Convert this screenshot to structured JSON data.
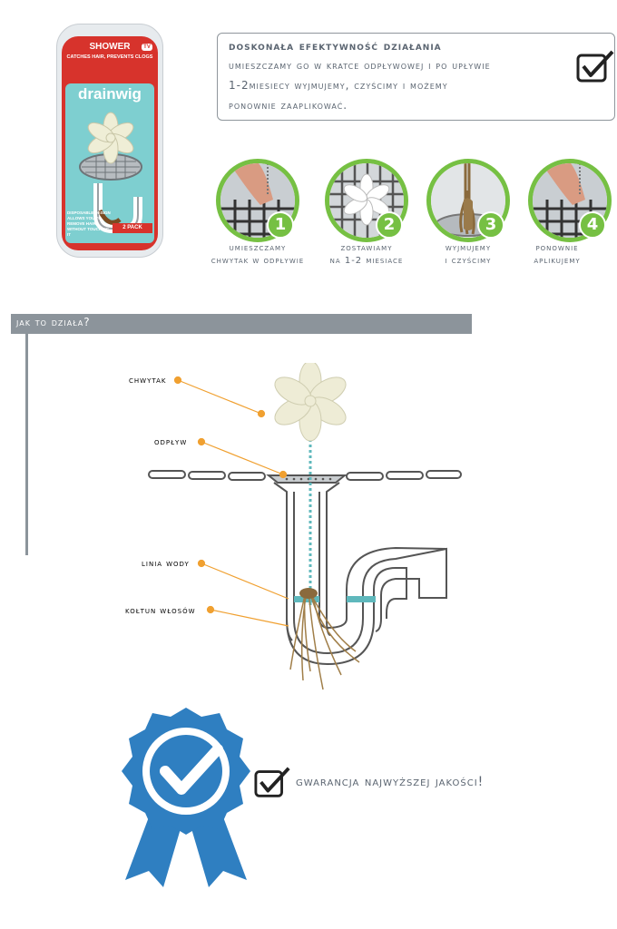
{
  "package": {
    "line1": "SHOWER",
    "line2": "CATCHES HAIR, PREVENTS CLOGS",
    "brand": "drainwig",
    "badge": "TV",
    "small_text": "DISPOSABLE DESIGN ALLOWS YOU TO REMOVE HAIR WITHOUT TOUCHING IT",
    "pack": "2 PACK"
  },
  "info": {
    "title": "doskonała efektywność działania",
    "lines": [
      "umieszczamy go w kratce odpływowej i po upływie",
      "1-2miesiecy wyjmujemy, czyścimy i możemy",
      "ponownie zaaplikować."
    ],
    "check_icon": "checkbox-check-icon"
  },
  "steps": [
    {
      "number": "1",
      "label": [
        "umieszczamy",
        "chwytak w odpływie"
      ]
    },
    {
      "number": "2",
      "label": [
        "zostawiamy",
        "na 1-2 miesiace"
      ]
    },
    {
      "number": "3",
      "label": [
        "wyjmujemy",
        "i czyścimy"
      ]
    },
    {
      "number": "4",
      "label": [
        "ponownie",
        "aplikujemy"
      ]
    }
  ],
  "how": {
    "title": "jak to działa?",
    "callouts": {
      "catcher": "chwytak",
      "drain": "odpływ",
      "water": "linia wody",
      "hair": "kołtun włosów"
    }
  },
  "guarantee": {
    "text": "gwarancja najwyższej jakości!",
    "badge_icon": "quality-rosette-icon",
    "check_icon": "checkbox-check-icon"
  },
  "colors": {
    "accent_green": "#76c043",
    "text_gray": "#5a6470",
    "callout_orange": "#f0a030",
    "water_teal": "#5fb8bc",
    "badge_blue": "#2f7fc1"
  }
}
